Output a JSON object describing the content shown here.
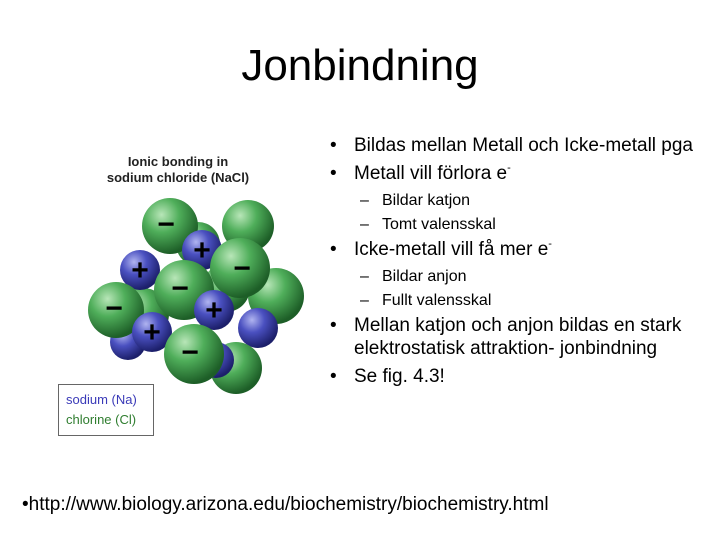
{
  "slide": {
    "title": "Jonbindning",
    "footer_link": "•http://www.biology.arizona.edu/biochemistry/biochemistry.html"
  },
  "figure": {
    "caption_line1": "Ionic bonding in",
    "caption_line2": "sodium chloride (NaCl)",
    "legend_sodium": "sodium (Na)",
    "legend_chlorine": "chlorine (Cl)",
    "sign_plus": "+",
    "sign_minus": "−",
    "icon": "nacl-crystal-lattice-icon",
    "colors": {
      "chlorine": "#3f9e4f",
      "sodium": "#3b3fae",
      "legend_sodium_text": "#3a3ab8",
      "legend_chlorine_text": "#2f7d2f"
    }
  },
  "bullets": {
    "b1": "Bildas mellan Metall och Icke-metall pga",
    "b2": "Metall vill förlora e",
    "b2_sup": "-",
    "b2_sub1": "Bildar katjon",
    "b2_sub2": "Tomt valensskal",
    "b3": "Icke-metall vill få mer e",
    "b3_sup": "-",
    "b3_sub1": "Bildar anjon",
    "b3_sub2": "Fullt valensskal",
    "b4": "Mellan katjon och anjon bildas en stark elektrostatisk attraktion- jonbindning",
    "b5": "Se fig. 4.3!"
  }
}
